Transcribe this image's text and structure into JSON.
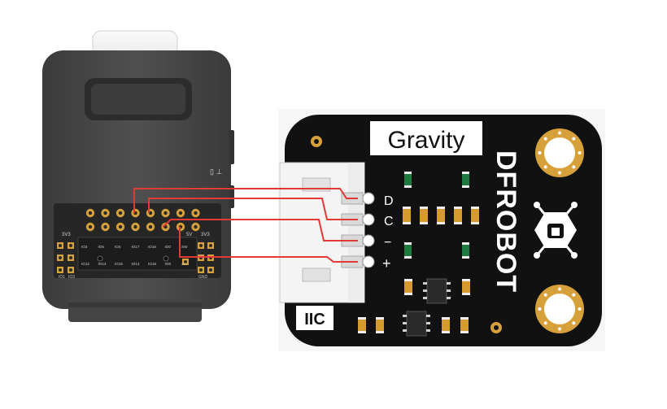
{
  "module": {
    "header_labels": [
      "3V3",
      "5V",
      "3V3"
    ],
    "io_row_labels_top": [
      "IO2",
      "IO5",
      "IO4",
      "IO17",
      "IO16",
      "IO0",
      "SW"
    ],
    "io_row_labels_bottom": [
      "IO12",
      "IO13",
      "IO15",
      "IO14",
      "IO18",
      "IO8",
      "3V"
    ],
    "corner_labels": [
      "IO1",
      "IO3",
      "GND"
    ]
  },
  "sensor_board": {
    "brand_label": "Gravity",
    "maker_label": "DFROBOT",
    "interface_label": "IIC",
    "pin_labels": [
      "D",
      "C",
      "−",
      "+"
    ]
  },
  "wires": [
    {
      "from": "module-pin",
      "to": "D",
      "color": "#e53935"
    },
    {
      "from": "module-pin",
      "to": "C",
      "color": "#e53935"
    },
    {
      "from": "module-pin",
      "to": "−",
      "color": "#e53935"
    },
    {
      "from": "module-pin",
      "to": "+",
      "color": "#e53935"
    }
  ],
  "colors": {
    "wire": "#e53935",
    "board": "#111111",
    "gold": "#d6a13b",
    "module_body": "#4a4a4a",
    "connector": "#f1f1f1",
    "led_green": "#1e7a3e",
    "resistor": "#d79a2e"
  }
}
